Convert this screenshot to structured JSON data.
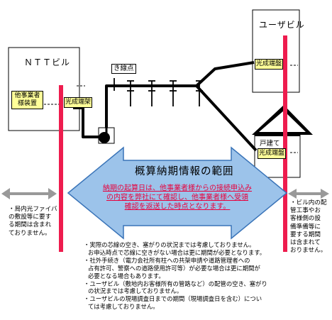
{
  "labels": {
    "ntt_building": "ＮＴＴビル",
    "user_building": "ユーザビル",
    "other_carrier_line1": "他事業者",
    "other_carrier_line2": "様装置",
    "fiber_patch_ntt": "光成端架",
    "fiber_patch_user": "光成端盤",
    "house_line1": "戸建て",
    "house_patch": "光成端盤",
    "pole_point": "き線点"
  },
  "arrow": {
    "title": "概算納期情報の範囲",
    "red_lines": [
      "納期の起算日は、他事業者様からの接続申込み",
      "の内容を弊社にて確認し、他事業者様へ受領",
      "確認を返送した時点となります。"
    ]
  },
  "left_note": [
    "・局内光ファイバ",
    "の敷設等に要す",
    "る期間は含まれ",
    "ておりません。"
  ],
  "right_note": [
    "・ビル内の配",
    "管工事やお",
    "客様側の設",
    "備準備等に",
    "要する期間",
    "は含まれて",
    "おりません。"
  ],
  "bottom_notes": [
    "・実際の芯線の空き、塞がりの状況までは考慮しておりません。",
    "お申込時点で芯線に空きがない場合は更に期間が必要となります。",
    "・社外手続き（電力会社所有柱への共架申請や道路管理者への",
    "占有許可、警察への道路使用許可等）が必要な場合は更に期間が",
    "必要となる場合もあります。",
    "・ユーザビル（敷地内お客様所有の管路など）の配管の空き、塞がり",
    "の状況までは考慮しておりません。",
    "・ユーザビルの現場調査日までの期間（現場調査日を含む）につい",
    "ては考慮しておりません。"
  ],
  "colors": {
    "red_line": "#ee1c4e",
    "arrow_fill": "#9cc3ea",
    "arrow_stroke": "#3a74b8",
    "label_fill": "#ffff99",
    "red_text": "#e8003c"
  }
}
